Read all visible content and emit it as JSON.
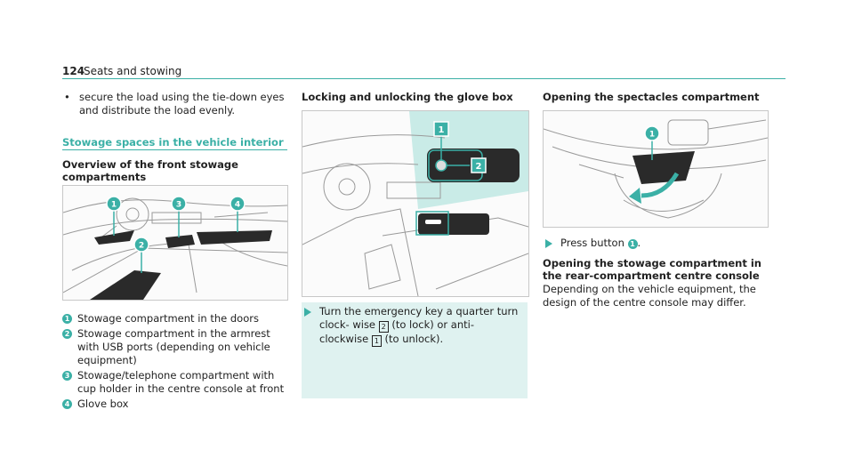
{
  "header": {
    "page_number": "124",
    "title": "Seats and stowing"
  },
  "col1": {
    "bullet_symbol": "•",
    "bullet_text": "secure the load using the tie-down eyes and distribute the load evenly.",
    "section_heading": "Stowage spaces in the vehicle interior",
    "subheading": "Overview of the front stowage compartments",
    "figure_callouts": [
      "1",
      "2",
      "3",
      "4"
    ],
    "items": [
      {
        "num": "1",
        "text": "Stowage compartment in the doors"
      },
      {
        "num": "2",
        "text": "Stowage compartment in the armrest with USB ports (depending on vehicle equipment)"
      },
      {
        "num": "3",
        "text": "Stowage/telephone compartment with cup holder in the centre console at front"
      },
      {
        "num": "4",
        "text": "Glove box"
      }
    ]
  },
  "col2": {
    "heading": "Locking and unlocking the glove box",
    "figure_callouts": [
      "1",
      "2"
    ],
    "instruction_pre": "Turn the emergency key a quarter turn clock- wise",
    "key_lock": "2",
    "instruction_mid": "(to lock) or anti-clockwise",
    "key_unlock": "1",
    "instruction_post": "(to unlock)."
  },
  "col3": {
    "heading": "Opening the spectacles compartment",
    "figure_callouts": [
      "1"
    ],
    "instruction_pre": "Press button",
    "instruction_num": "1",
    "instruction_post": ".",
    "heading2": "Opening the stowage compartment in the rear-compartment centre console",
    "paragraph": "Depending on the vehicle equipment, the design of the centre console may differ."
  },
  "colors": {
    "accent": "#3bb0a6",
    "text": "#222222",
    "rule": "#3bb0a6"
  }
}
